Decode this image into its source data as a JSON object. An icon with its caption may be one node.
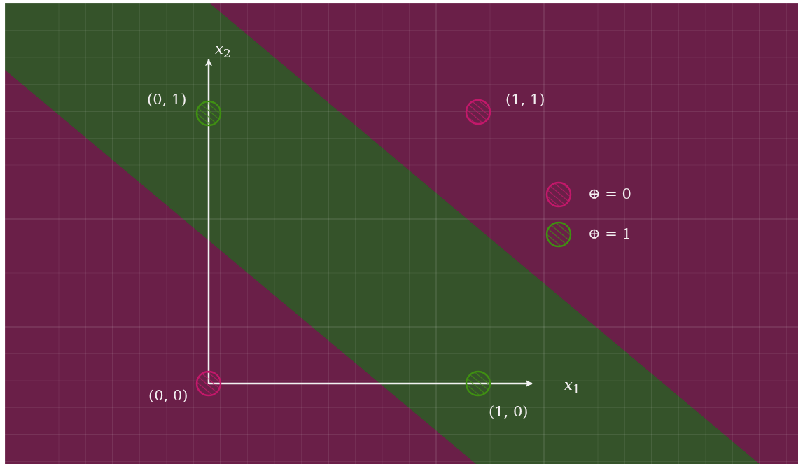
{
  "diagram": {
    "nodes": [
      {
        "text": [],
        "shape": "circle",
        "beside": [
          "(0, 1)"
        ]
      },
      {
        "text": [],
        "shape": "circle",
        "beside": [
          "(1, 1)"
        ]
      },
      {
        "text": [],
        "shape": "circle",
        "beside": [
          "(0, 0)"
        ]
      },
      {
        "text": [],
        "shape": "circle",
        "beside": [
          "(1, 0)"
        ]
      }
    ],
    "edges": [],
    "labels": [
      "*x*$_{2}$",
      "*x*$_{1}$"
    ],
    "legend": [
      {
        "text": "⊕ = 0",
        "color": "#c2186a"
      },
      {
        "text": "⊕ = 1",
        "color": "#3f8f12"
      }
    ]
  }
}
